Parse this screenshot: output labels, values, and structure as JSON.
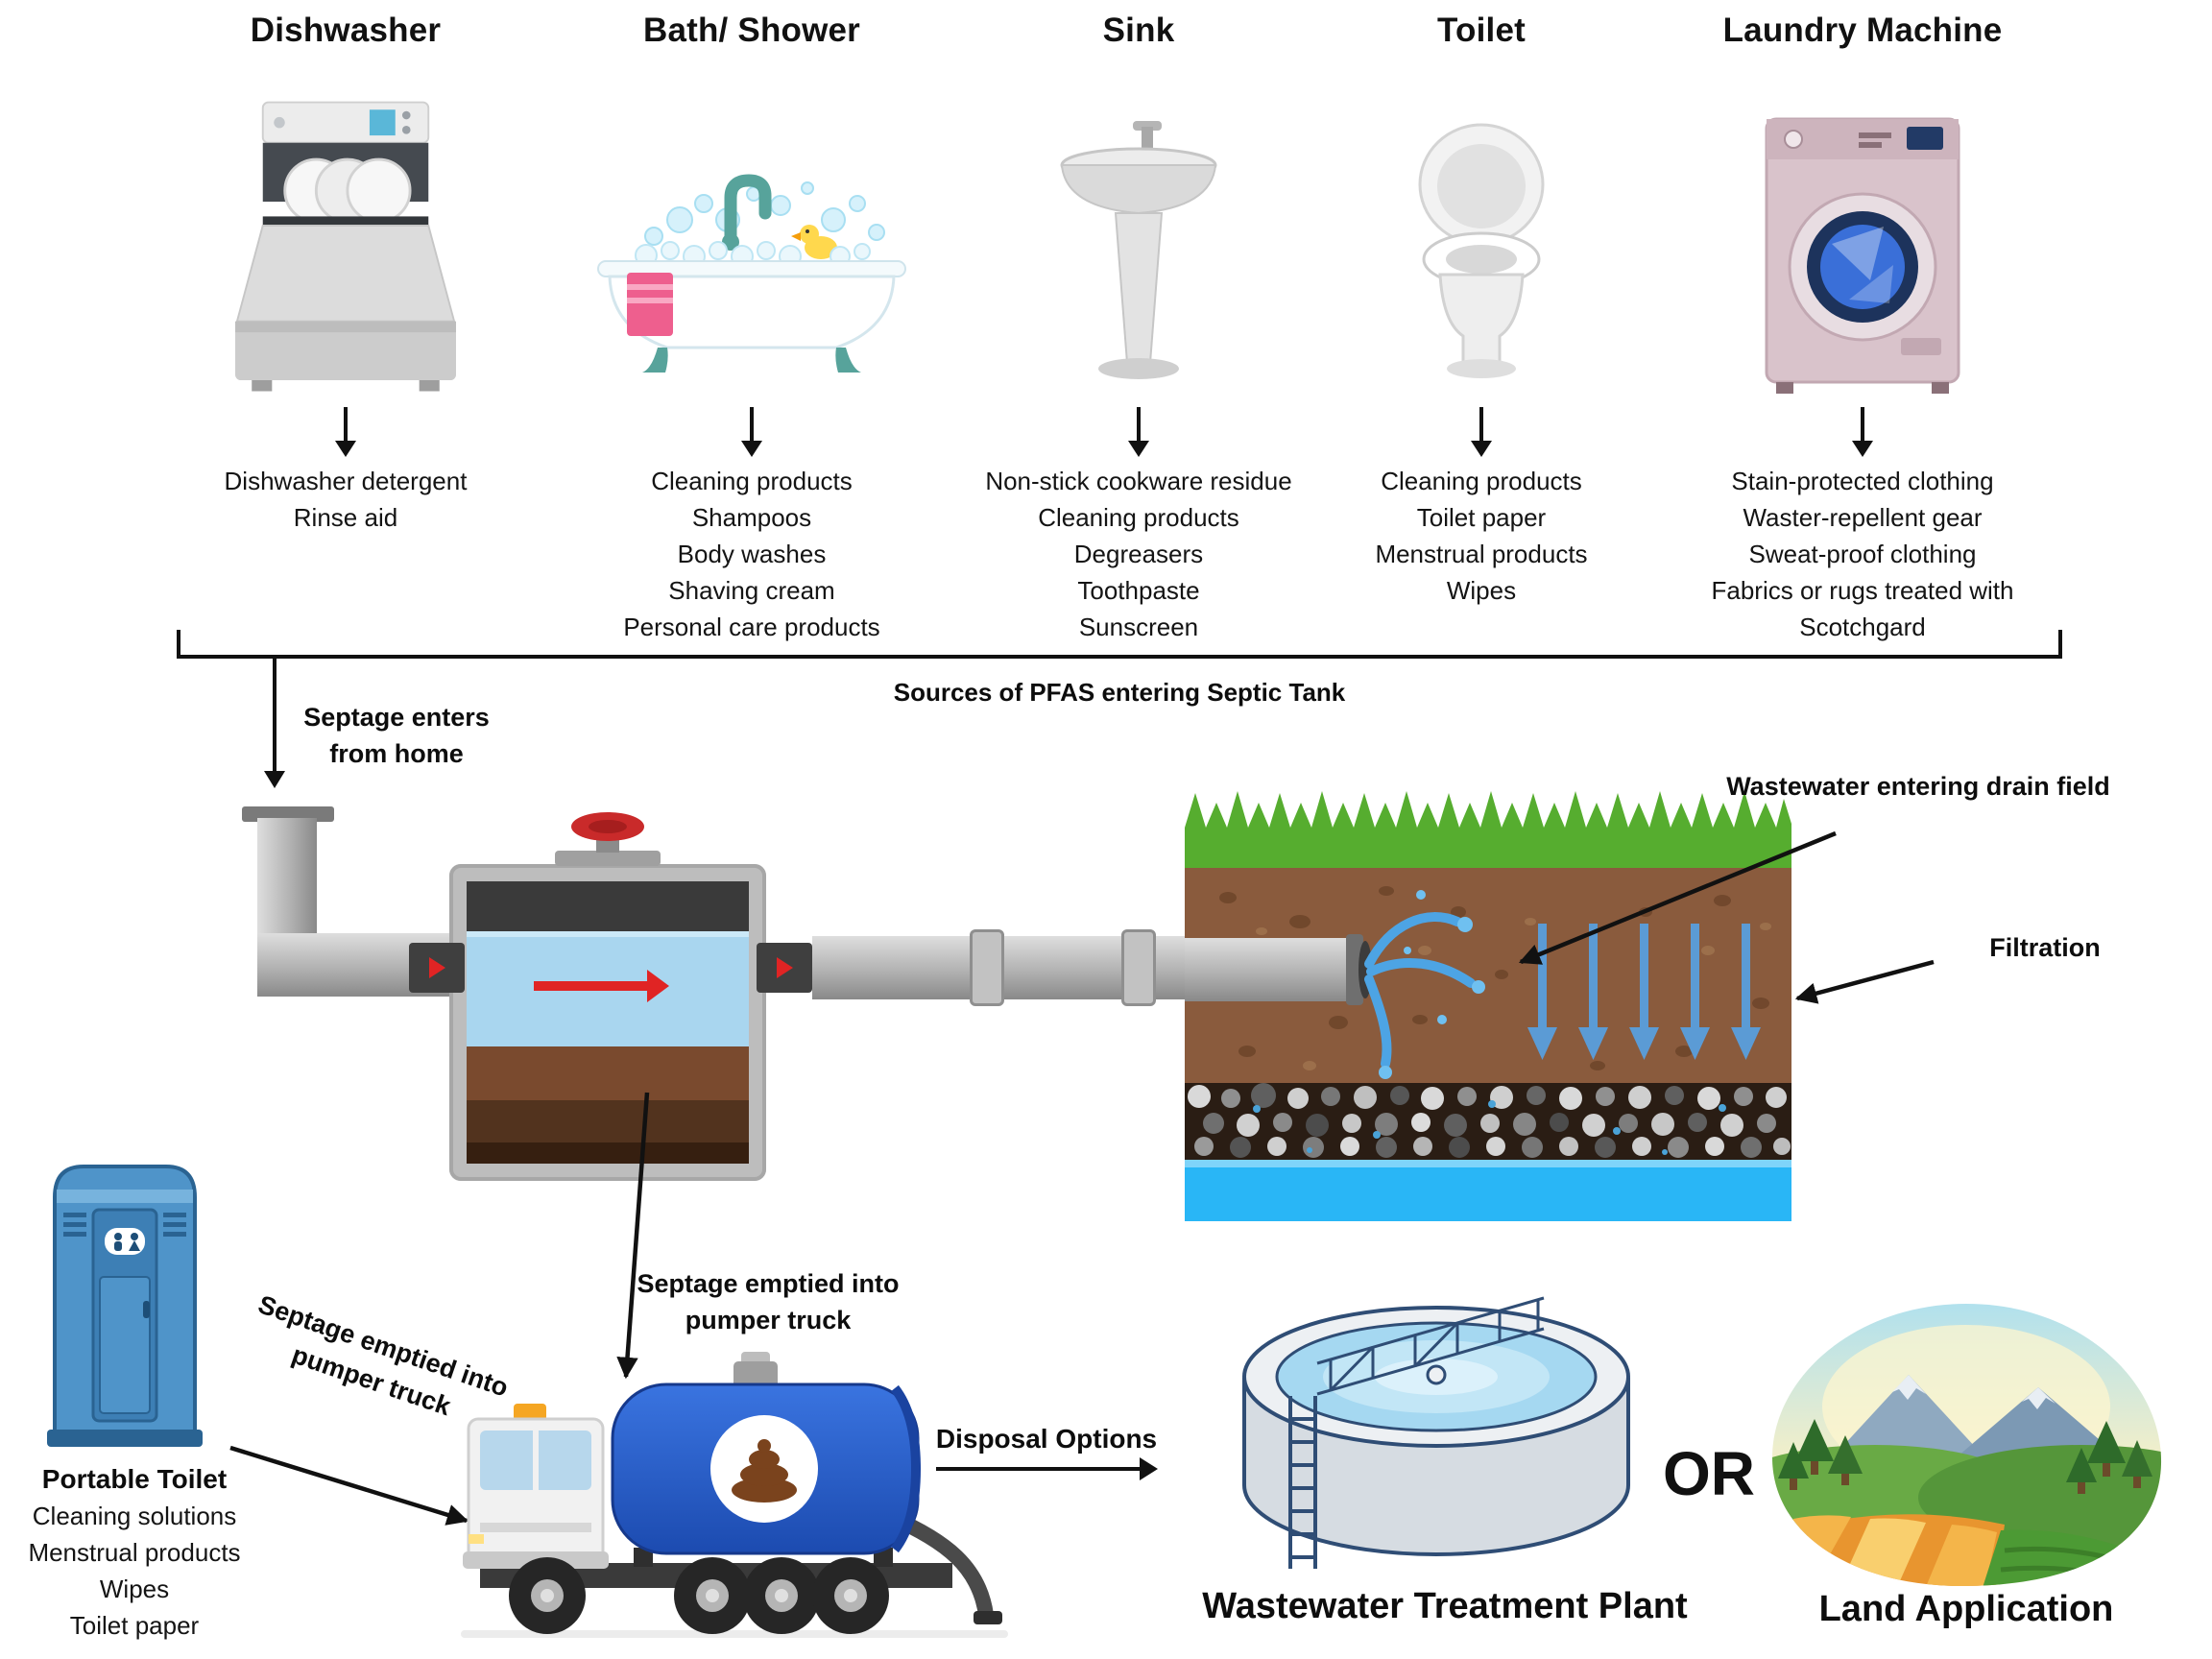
{
  "sources": [
    {
      "name": "Dishwasher",
      "items": [
        "Dishwasher detergent",
        "Rinse aid"
      ]
    },
    {
      "name": "Bath/ Shower",
      "items": [
        "Cleaning products",
        "Shampoos",
        "Body washes",
        "Shaving cream",
        "Personal care products"
      ]
    },
    {
      "name": "Sink",
      "items": [
        "Non-stick cookware residue",
        "Cleaning products",
        "Degreasers",
        "Toothpaste",
        "Sunscreen"
      ]
    },
    {
      "name": "Toilet",
      "items": [
        "Cleaning products",
        "Toilet paper",
        "Menstrual products",
        "Wipes"
      ]
    },
    {
      "name": "Laundry Machine",
      "items": [
        "Stain-protected clothing",
        "Waster-repellent gear",
        "Sweat-proof clothing",
        "Fabrics or rugs treated with Scotchgard"
      ]
    }
  ],
  "flow": {
    "bracket_caption": "Sources of PFAS entering Septic Tank",
    "septage_enters_home": "Septage enters from home",
    "wastewater_drain_field": "Wastewater entering drain field",
    "filtration": "Filtration",
    "septage_emptied_rotated": "Septage emptied into pumper truck",
    "septage_emptied_truck": "Septage emptied into pumper truck"
  },
  "portable_toilet": {
    "title": "Portable Toilet",
    "items": [
      "Cleaning solutions",
      "Menstrual products",
      "Wipes",
      "Toilet paper"
    ]
  },
  "disposal": {
    "options_label": "Disposal Options",
    "wwtp_label": "Wastewater Treatment Plant",
    "or_label": "OR",
    "land_label": "Land Application"
  },
  "illustration_icons": [
    "dishwasher-icon",
    "bathtub-icon",
    "sink-icon",
    "toilet-icon",
    "laundry-machine-icon",
    "septic-tank-icon",
    "drain-field-icon",
    "portable-toilet-icon",
    "pumper-truck-icon",
    "treatment-plant-icon",
    "land-application-icon"
  ],
  "palette": {
    "text": "#111111",
    "water_blue": "#29b6f6",
    "spray_blue": "#4da4e4",
    "filtration_arrow_blue": "#5b9bd5",
    "soil_brown": "#8a5b3d",
    "grass_green": "#56ad2f",
    "gravel_dark": "#2a1d14",
    "tank_gray": "#bdbdbd",
    "valve_red": "#c92a2a",
    "flow_arrow_red": "#e02424",
    "truck_blue": "#2b64d9",
    "porta_potty_blue": "#4f94c9",
    "laundry_pink": "#d9c3cb"
  }
}
